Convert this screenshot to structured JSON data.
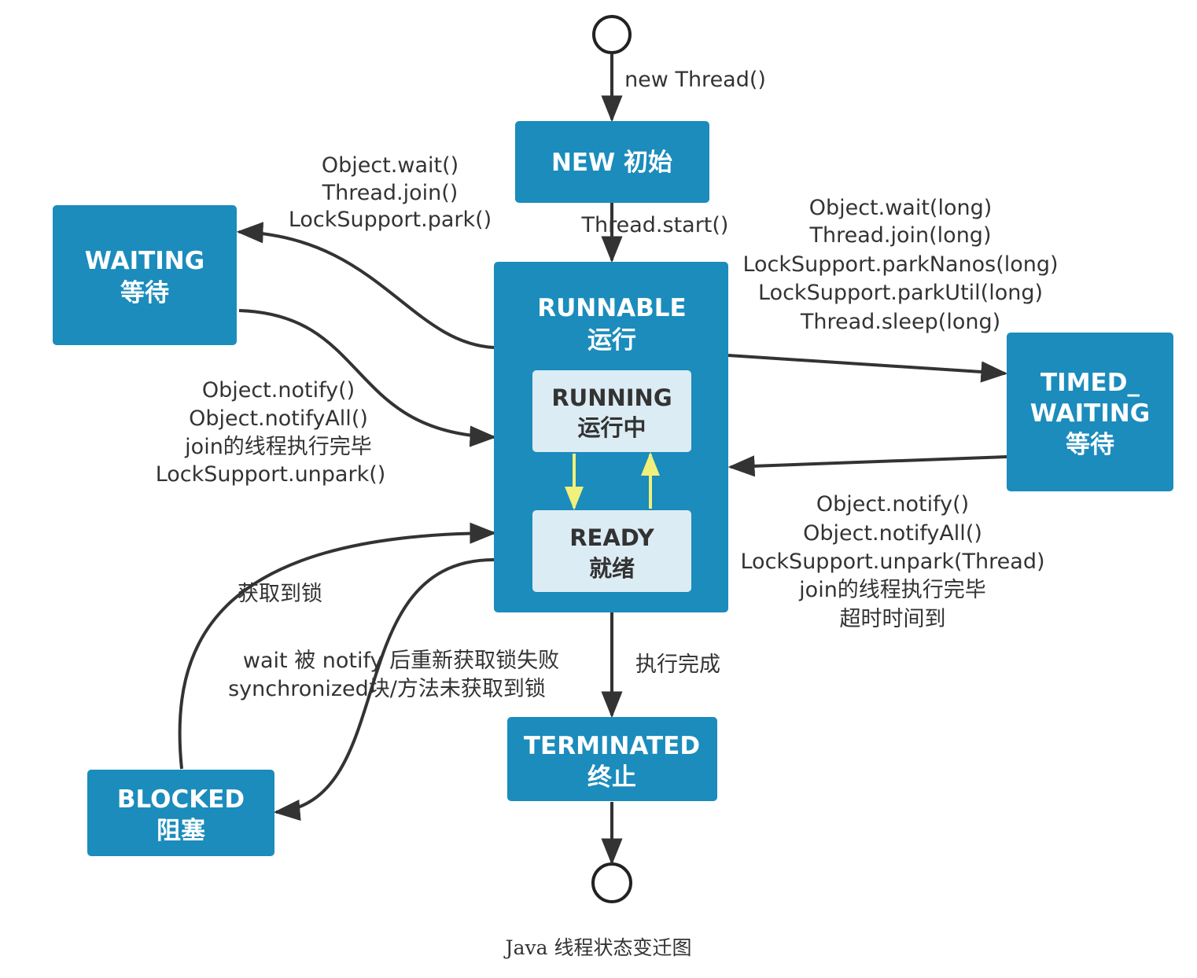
{
  "states": {
    "new": "NEW 初始",
    "runnable": [
      "RUNNABLE",
      "运行"
    ],
    "running": [
      "RUNNING",
      "运行中"
    ],
    "ready": [
      "READY",
      "就绪"
    ],
    "waiting": [
      "WAITING",
      "等待"
    ],
    "timed_waiting": [
      "TIMED_",
      "WAITING",
      "等待"
    ],
    "blocked": [
      "BLOCKED",
      "阻塞"
    ],
    "terminated": [
      "TERMINATED",
      "终止"
    ]
  },
  "transitions": {
    "new_thread": "new Thread()",
    "thread_start": "Thread.start()",
    "to_waiting": [
      "Object.wait()",
      "Thread.join()",
      "LockSupport.park()"
    ],
    "from_waiting": [
      "Object.notify()",
      "Object.notifyAll()",
      "join的线程执行完毕",
      "LockSupport.unpark()"
    ],
    "to_timed_waiting": [
      "Object.wait(long)",
      "Thread.join(long)",
      "LockSupport.parkNanos(long)",
      "LockSupport.parkUtil(long)",
      "Thread.sleep(long)"
    ],
    "from_timed_waiting": [
      "Object.notify()",
      "Object.notifyAll()",
      "LockSupport.unpark(Thread)",
      "join的线程执行完毕",
      "超时时间到"
    ],
    "from_blocked": "获取到锁",
    "to_blocked": [
      "wait 被 notify 后重新获取锁失败",
      "synchronized块/方法未获取到锁"
    ],
    "finish": "执行完成"
  },
  "caption": "Java 线程状态变迁图",
  "colors": {
    "state_fill": "#1b8cbc",
    "inner_fill": "#dcecf4",
    "edge": "#333333",
    "inner_edge": "#f1f07a"
  }
}
